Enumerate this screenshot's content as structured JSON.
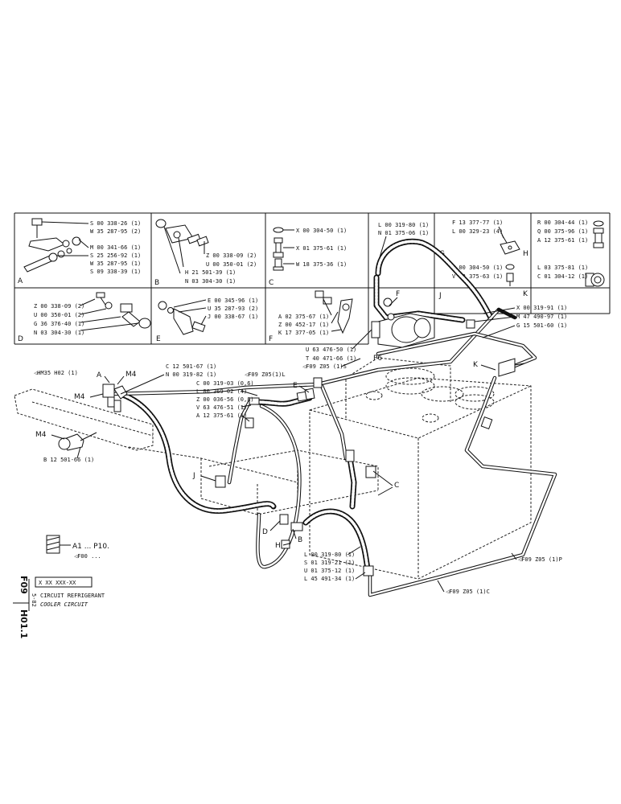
{
  "panels": {
    "A": {
      "letter": "A",
      "parts": [
        "S 00 338-26 (1)",
        "W 35 287-95 (2)",
        "M 00 341-66 (1)",
        "S 25 256-92 (1)",
        "W 35 287-95 (1)",
        "S 09 338-39 (1)"
      ]
    },
    "B": {
      "letter": "B",
      "parts": [
        "Z 00 338-09 (2)",
        "U 00 350-01 (2)",
        "H 21 501-39 (1)",
        "N 03 304-30 (1)"
      ]
    },
    "C": {
      "letter": "C",
      "parts": [
        "X 00 304-50 (1)",
        "X 01 375-61 (1)",
        "W 18 375-36 (1)"
      ]
    },
    "D": {
      "letter": "D",
      "parts": [
        "Z 00 338-09 (2)",
        "U 00 350-01 (2)",
        "G 36 376-40 (1)",
        "N 03 304-30 (1)"
      ]
    },
    "E": {
      "letter": "E",
      "parts": [
        "E 00 345-96 (1)",
        "U 35 287-93 (2)",
        "J 00 338-67 (1)"
      ]
    },
    "F": {
      "letter": "F",
      "parts": [
        "A 02 375-67 (1)",
        "Z 00 452-17 (1)",
        "K 17 377-05 (1)"
      ]
    },
    "G": {
      "letter": "G",
      "parts": [
        "F 13 377-77 (1)",
        "L 00 329-23 (4)"
      ]
    },
    "H": {
      "letter": "H",
      "parts": [
        "R 00 304-44 (1)",
        "Q 00 375-96 (1)",
        "A 12 375-61 (1)"
      ]
    },
    "J": {
      "letter": "J",
      "parts": [
        "X 00 304-50 (1)",
        "V 02 375-63 (1)"
      ]
    },
    "K": {
      "letter": "K",
      "parts": [
        "L 03 375-81 (1)",
        "C 01 304-12 (1)"
      ]
    }
  },
  "hose_top": [
    "L 00 319-80 (1)",
    "N 01 375-06 (1)"
  ],
  "pump_labels": [
    "U 63 476-50 (1)",
    "T 40 471-66 (1)"
  ],
  "right_labels": [
    "X 00 319-91 (1)",
    "M 47 490-97 (1)",
    "G 15 501-60 (1)"
  ],
  "left_labels": [
    "C 12 501-67 (1)",
    "N 00 319-82 (1)",
    "C 00 319-03 (0,6)",
    "L 00 369-02 (4)",
    "Z 00 036-56 (0,8)",
    "V 63 476-51 (1)",
    "A 12 375-61 (1)"
  ],
  "bottom_labels": [
    "L 00 319-80 (1)",
    "S 01 319-21 (1)",
    "U 01 375-12 (1)",
    "L 45 491-34 (1)"
  ],
  "ref_hm35": "◁HM35  H02 (1)",
  "ref_f09_l": "◁F09  Z05(1)L",
  "ref_f09_s": "◁F09  Z05 (1)S",
  "ref_f09_p": "◁F09  Z05 (1)P",
  "ref_f09_c": "◁F09  Z05 (1)C",
  "b_part": "B 12 501-66 (1)",
  "callouts": {
    "A": "A",
    "M4": "M4",
    "E": "E",
    "F": "F",
    "P6": "P6",
    "K": "K",
    "J": "J",
    "C": "C",
    "D": "D",
    "B": "B",
    "H": "H"
  },
  "legend": {
    "range": "A1 ... P10.",
    "ref": "◁F00 ..."
  },
  "title_block": {
    "code1": "F09",
    "code2": "H01.1",
    "date": "5-82",
    "number": "X XX  XXX-XX",
    "title_fr": "CIRCUIT REFRIGERANT",
    "title_en": "COOLER CIRCUIT"
  }
}
